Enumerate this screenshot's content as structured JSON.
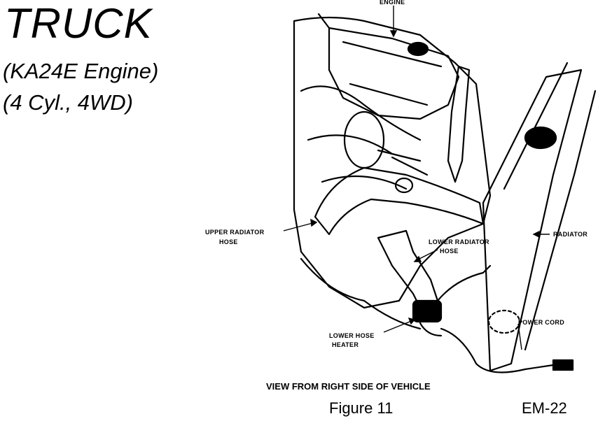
{
  "header": {
    "title": "TRUCK",
    "engine": "(KA24E Engine)",
    "config": "(4 Cyl., 4WD)"
  },
  "labels": {
    "engine": "ENGINE",
    "upper_hose_1": "UPPER RADIATOR",
    "upper_hose_2": "HOSE",
    "radiator": "RADIATOR",
    "lower_hose_1": "LOWER RADIATOR",
    "lower_hose_2": "HOSE",
    "power_cord": "POWER CORD",
    "lower_heater_1": "LOWER HOSE",
    "lower_heater_2": "HEATER"
  },
  "footer": {
    "view": "VIEW FROM RIGHT SIDE OF VEHICLE",
    "figure": "Figure 11",
    "page": "EM-22"
  }
}
